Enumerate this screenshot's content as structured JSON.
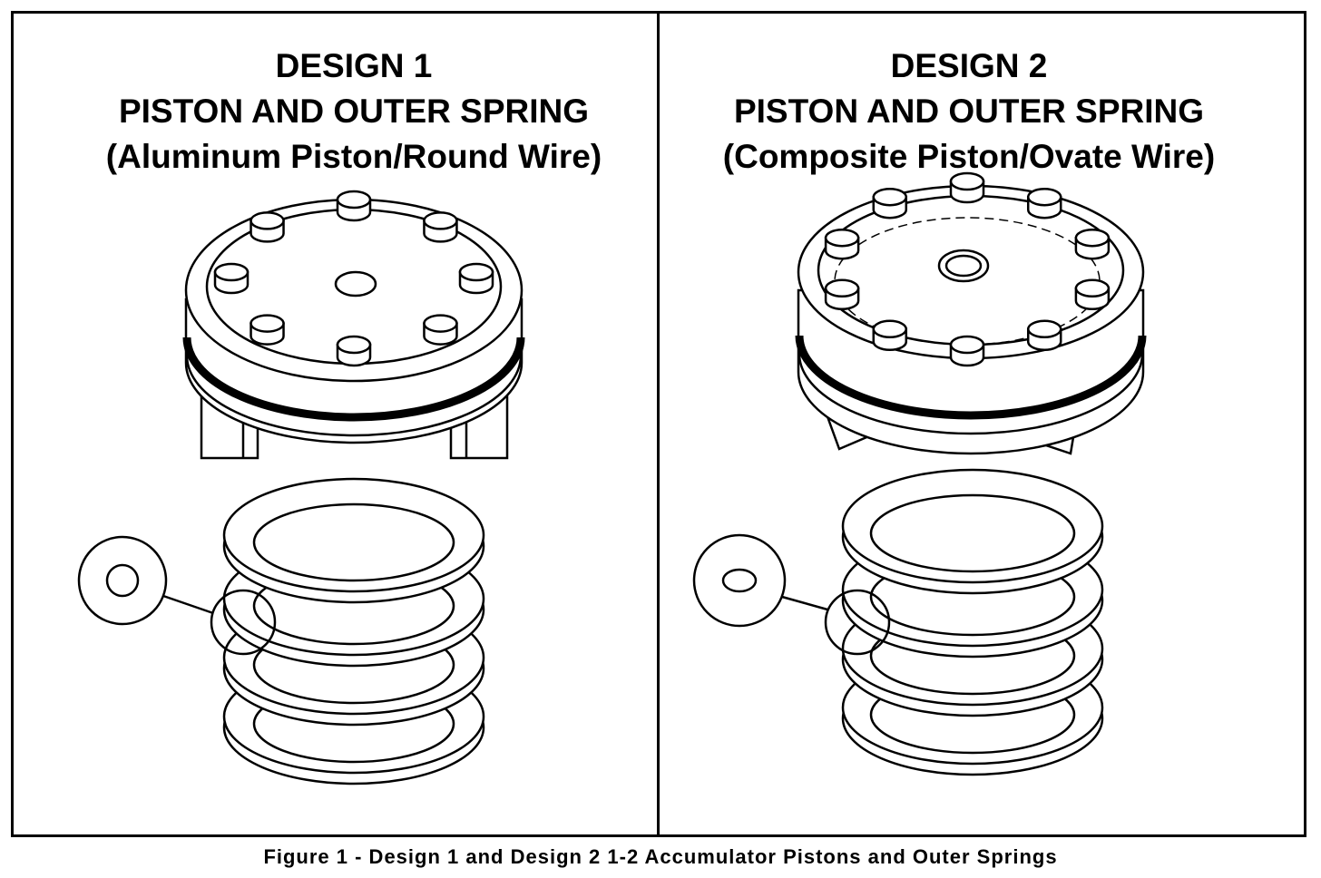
{
  "panels": [
    {
      "title": "DESIGN 1",
      "subtitle": "PISTON AND OUTER SPRING",
      "detail": "(Aluminum Piston/Round Wire)",
      "wire_cross_section": "round"
    },
    {
      "title": "DESIGN 2",
      "subtitle": "PISTON AND OUTER SPRING",
      "detail": "(Composite Piston/Ovate Wire)",
      "wire_cross_section": "ovate"
    }
  ],
  "caption": "Figure 1 - Design 1 and Design 2 1-2 Accumulator Pistons and Outer Springs"
}
